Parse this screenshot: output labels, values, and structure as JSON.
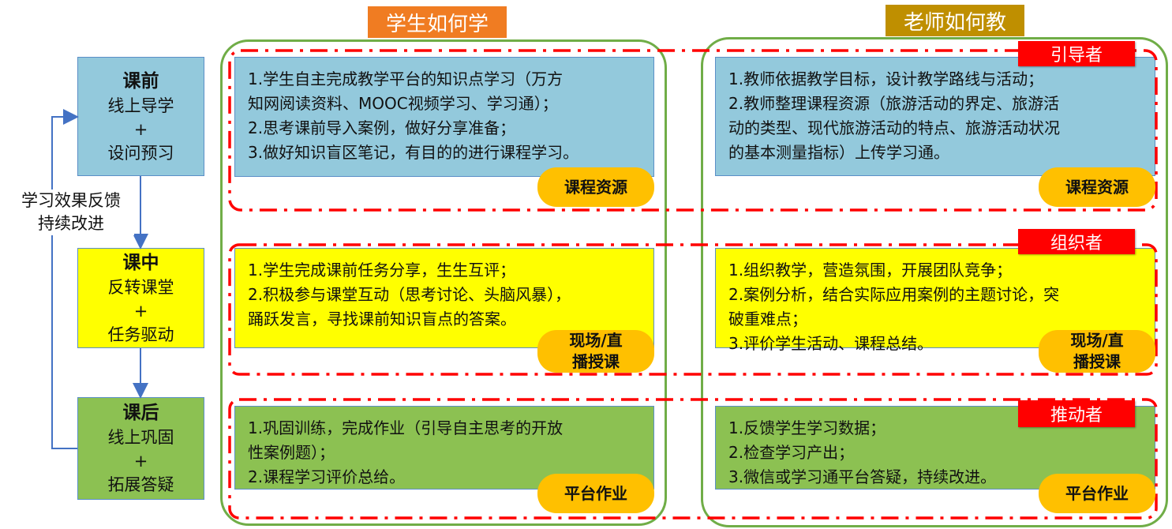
{
  "columns": {
    "student": {
      "title": "学生如何学",
      "color": "#f07c22"
    },
    "teacher": {
      "title": "老师如何教",
      "color": "#bf8f00"
    }
  },
  "feedback": {
    "line1": "学习效果反馈",
    "line2": "持续改进"
  },
  "stages": [
    {
      "title": "课前",
      "line1": "线上导学",
      "plus": "+",
      "line2": "设问预习",
      "color": "#93c9dc"
    },
    {
      "title": "课中",
      "line1": "反转课堂",
      "plus": "+",
      "line2": "任务驱动",
      "color": "#ffff00"
    },
    {
      "title": "课后",
      "line1": "线上巩固",
      "plus": "+",
      "line2": "拓展答疑",
      "color": "#8cc152"
    }
  ],
  "rows": [
    {
      "role": "引导者",
      "student_lines": [
        "1.学生自主完成教学平台的知识点学习（万方",
        "知网阅读资料、MOOC视频学习、学习通）；",
        "2.思考课前导入案例，做好分享准备；",
        "3.做好知识盲区笔记，有目的的进行课程学习。"
      ],
      "teacher_lines": [
        "1.教师依据教学目标，设计教学路线与活动；",
        "2.教师整理课程资源（旅游活动的界定、旅游活",
        "动的类型、现代旅游活动的特点、旅游活动状况",
        "的基本测量指标）上传学习通。"
      ],
      "resource_line1": "课程资源",
      "resource_line2": ""
    },
    {
      "role": "组织者",
      "student_lines": [
        "1.学生完成课前任务分享，生生互评；",
        "2.积极参与课堂互动（思考讨论、头脑风暴），",
        "踊跃发言，寻找课前知识盲点的答案。"
      ],
      "teacher_lines": [
        "1.组织教学，营造氛围，开展团队竞争；",
        "2.案例分析，结合实际应用案例的主题讨论，突",
        "破重难点；",
        "3.评价学生活动、课程总结。"
      ],
      "resource_line1": "现场/直",
      "resource_line2": "播授课"
    },
    {
      "role": "推动者",
      "student_lines": [
        "1.巩固训练，完成作业（引导自主思考的开放",
        "性案例题）；",
        "2.课程学习评价总给。"
      ],
      "teacher_lines": [
        "1.反馈学生学习数据；",
        "2.检查学习产出；",
        "3.微信或学习通平台答疑，持续改进。"
      ],
      "resource_line1": "平台作业",
      "resource_line2": ""
    }
  ]
}
